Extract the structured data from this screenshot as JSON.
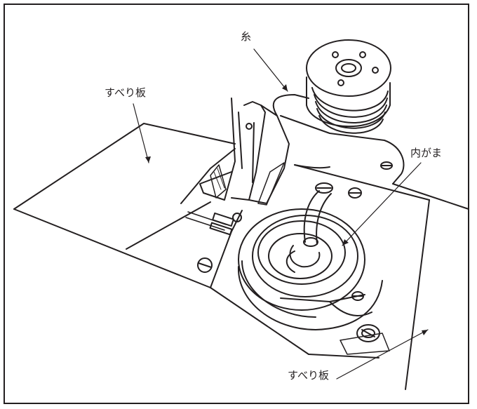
{
  "labels": {
    "thread": "糸",
    "slide_plate_top": "すべり板",
    "inner_hook": "内がま",
    "slide_plate_bottom": "すべり板"
  },
  "colors": {
    "line": "#231f20",
    "background": "#ffffff"
  }
}
